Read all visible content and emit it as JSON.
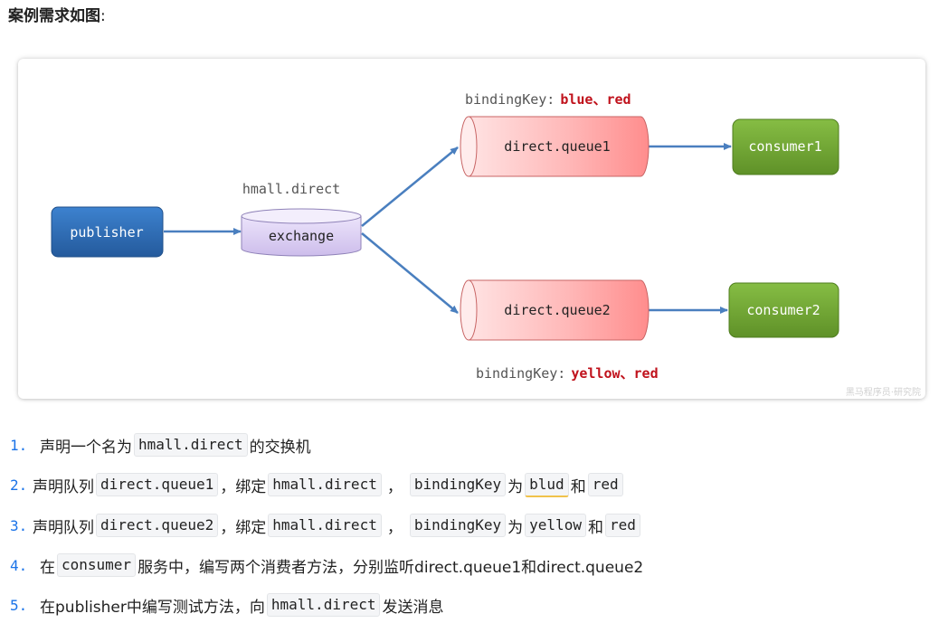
{
  "heading": {
    "title": "案例需求如图",
    "colon": ":"
  },
  "diagram": {
    "publisher": "publisher",
    "exchange_name": "hmall.direct",
    "exchange": "exchange",
    "queue1": "direct.queue1",
    "queue2": "direct.queue2",
    "consumer1": "consumer1",
    "consumer2": "consumer2",
    "binding1_label": "bindingKey:",
    "binding1_keys": "blue、red",
    "binding2_label": "bindingKey:",
    "binding2_keys": "yellow、red",
    "watermark": "黑马程序员·研究院",
    "colors": {
      "publisher": "#2f6db5",
      "exchange": "#d9cdf0",
      "queue": "#ff9c9c",
      "consumer": "#72a636",
      "arrow": "#4a7fbf",
      "keys": "#c0121c"
    }
  },
  "steps": [
    {
      "num": "1.",
      "a": "声明一个名为",
      "code1": "hmall.direct",
      "b": "的交换机"
    },
    {
      "num": "2.",
      "a": "声明队列",
      "code1": "direct.queue1",
      "b": "，绑定",
      "code2": "hmall.direct",
      "c": "，",
      "code3": "bindingKey",
      "d": "为",
      "code4": "blud",
      "e": "和",
      "code5": "red"
    },
    {
      "num": "3.",
      "a": "声明队列",
      "code1": "direct.queue2",
      "b": "，绑定",
      "code2": "hmall.direct",
      "c": "，",
      "code3": "bindingKey",
      "d": "为",
      "code4": "yellow",
      "e": "和",
      "code5": "red"
    },
    {
      "num": "4.",
      "a": "在",
      "code1": "consumer",
      "b": "服务中，编写两个消费者方法，分别监听direct.queue1和direct.queue2"
    },
    {
      "num": "5.",
      "a": "在publisher中编写测试方法，向",
      "code1": "hmall.direct",
      "b": "发送消息"
    }
  ]
}
